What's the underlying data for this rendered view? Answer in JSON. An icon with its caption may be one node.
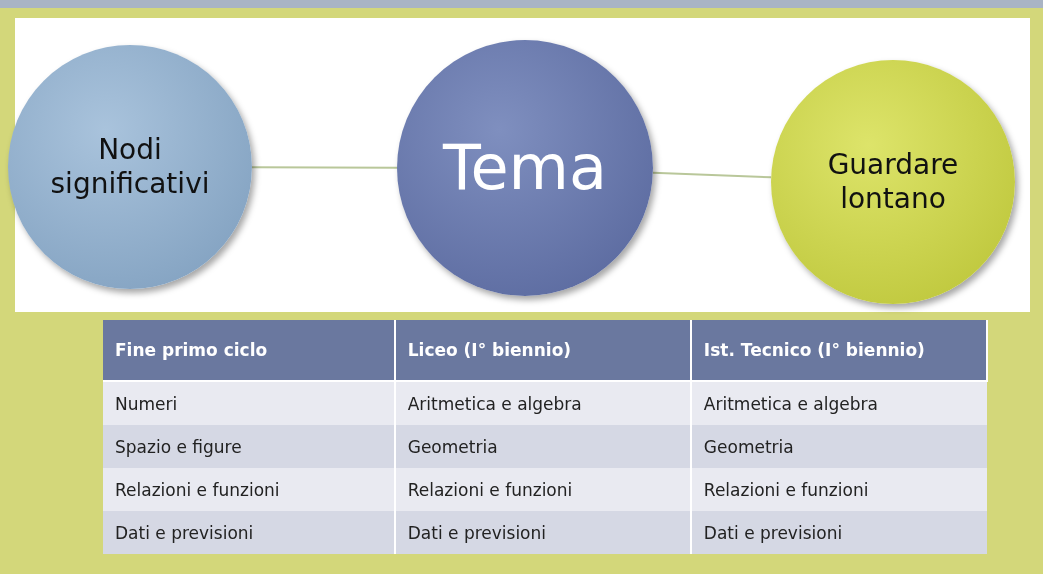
{
  "diagram": {
    "nodes": [
      {
        "text": [
          "Nodi significativi"
        ]
      },
      {
        "text": [
          "Tema"
        ]
      },
      {
        "text": [
          "Guardare lontano"
        ]
      }
    ],
    "edges": [
      {
        "from": 0,
        "to": 1,
        "arrow": "none"
      },
      {
        "from": 1,
        "to": 2,
        "arrow": "none"
      }
    ],
    "labels": [
      "Fine primo ciclo",
      "Liceo (I° biennio)",
      "Ist. Tecnico (I° biennio)",
      "Numeri",
      "Aritmetica e algebra",
      "Aritmetica e algebra",
      "Spazio e figure",
      "Geometria",
      "Geometria",
      "Relazioni e funzioni",
      "Relazioni e funzioni",
      "Relazioni e funzioni",
      "Dati e previsioni",
      "Dati e previsioni",
      "Dati e previsioni"
    ]
  }
}
